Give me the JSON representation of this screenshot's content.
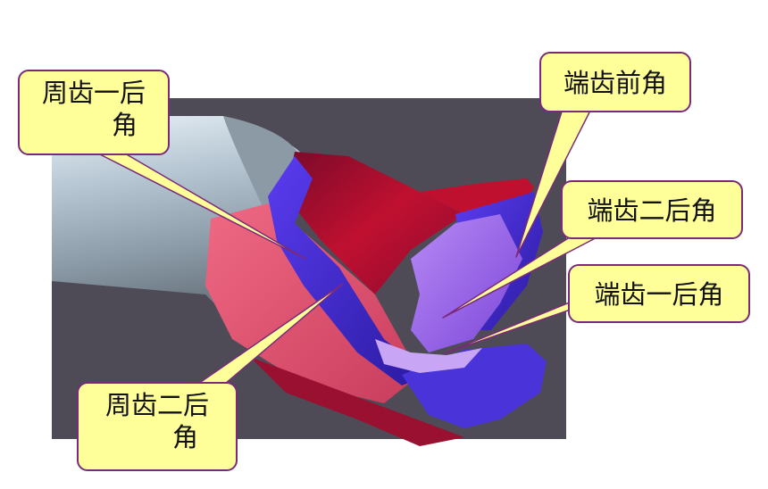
{
  "labels": {
    "peripheral_first_relief": {
      "line1": "周齿一后",
      "line2": "角"
    },
    "end_rake": "端齿前角",
    "end_second_relief": "端齿二后角",
    "end_first_relief": "端齿一后角",
    "peripheral_second_relief": {
      "line1": "周齿二后",
      "line2": "角"
    }
  },
  "colors": {
    "background_panel": "#4e4b57",
    "shank": "#a9bcc9",
    "flank_pink": "#e8506d",
    "face_red": "#c01030",
    "face_blue": "#3a2bd6",
    "face_violet": "#9b5fe8",
    "callout_fill": "#ffff99",
    "callout_border": "#7a2a7a"
  }
}
